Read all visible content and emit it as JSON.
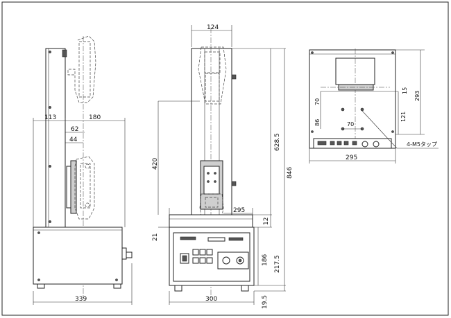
{
  "drawing": {
    "side_view": {
      "dims": {
        "upper_depth": "113",
        "front_reach": "180",
        "mid_a": "62",
        "mid_b": "44",
        "base_width": "339"
      }
    },
    "front_view": {
      "dims": {
        "top_width": "124",
        "stroke": "420",
        "total_height": "846",
        "column_height": "628.5",
        "plate_width": "295",
        "plate_thick": "12",
        "left_thick": "21",
        "base_height": "186",
        "base_plus": "217.5",
        "foot": "19.5",
        "base_width": "300"
      }
    },
    "top_view": {
      "dims": {
        "d15": "15",
        "d70v": "70",
        "d86": "86",
        "d70h": "70",
        "d121": "121",
        "d293": "293",
        "d295": "295"
      },
      "callout": "4-M5タップ"
    }
  }
}
